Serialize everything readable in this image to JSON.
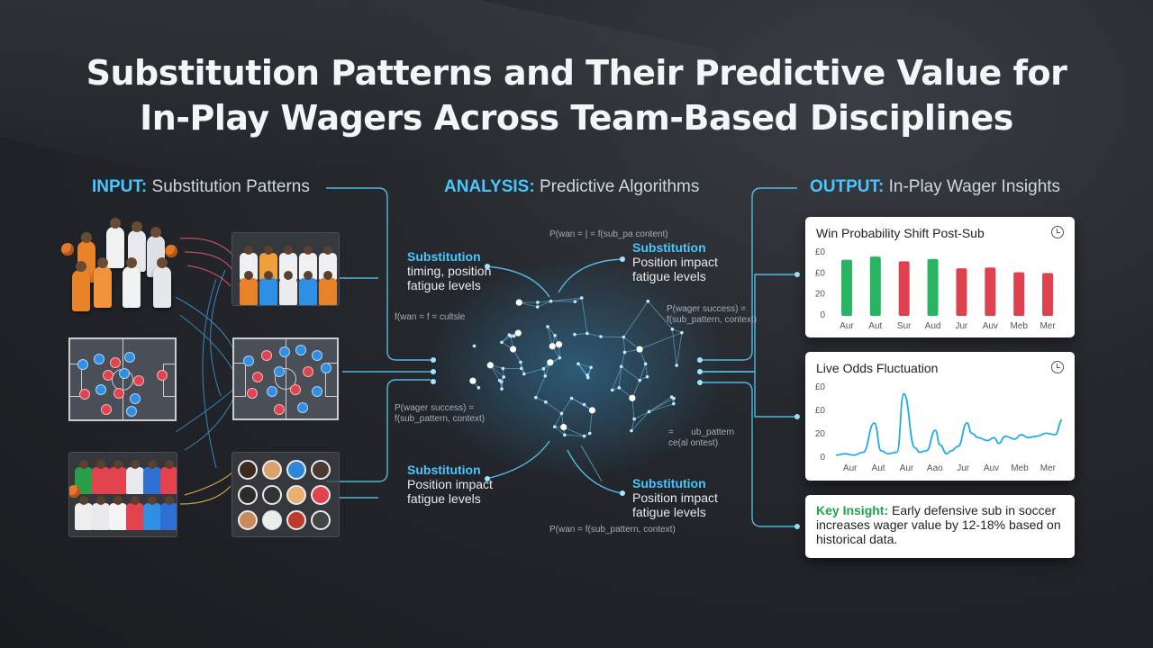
{
  "title_line1": "Substitution Patterns and Their Predictive Value for",
  "title_line2": "In-Play Wagers Across Team-Based Disciplines",
  "columns": {
    "input": {
      "head": "INPUT:",
      "text": "Substitution Patterns"
    },
    "analysis": {
      "head": "ANALYSIS:",
      "text": "Predictive Algorithms"
    },
    "output": {
      "head": "OUTPUT:",
      "text": "In-Play Wager Insights"
    }
  },
  "brain_labels": {
    "top_left": {
      "head": "Substitution",
      "l2": "timing, position",
      "l3": "fatigue levels"
    },
    "top_right": {
      "head": "Substitution",
      "l2": "Position impact",
      "l3": "fatigue levels"
    },
    "bottom_left": {
      "head": "Substitution",
      "l2": "Position impact",
      "l3": "fatigue levels"
    },
    "bottom_right": {
      "head": "Substitution",
      "l2": "Position impact",
      "l3": "fatigue levels"
    }
  },
  "formulas": {
    "f1": "P(wan = | = f(sub_pa content)",
    "f2": "f(wan = f = cultsle",
    "f3a": "P(wager success) =",
    "f3b": "f(sub_pattern, context)",
    "f4a": "P(wager success) =",
    "f4b": "f(sub_pattern, context)",
    "f5a": "=       ub_pattern",
    "f5b": "ce(al ontest)",
    "f6": "P(wan = f(sub_pattern, context)"
  },
  "chart_data": [
    {
      "type": "bar",
      "title": "Win Probability Shift Post-Sub",
      "categories": [
        "Aur",
        "Aut",
        "Sur",
        "Aud",
        "Jur",
        "Auv",
        "Meb",
        "Mer"
      ],
      "values": [
        72,
        76,
        70,
        73,
        61,
        62,
        56,
        55
      ],
      "ytick_labels": [
        "0",
        "20",
        "£0",
        "£0"
      ],
      "ylim": [
        0,
        90
      ],
      "bar_colors": [
        "#27b463",
        "#27b463",
        "#e0414f",
        "#27b463",
        "#e0414f",
        "#e0414f",
        "#e0414f",
        "#e0414f"
      ]
    },
    {
      "type": "line",
      "title": "Live Odds Fluctuation",
      "categories": [
        "Aur",
        "Aut",
        "Aur",
        "Aao",
        "Jur",
        "Auv",
        "Meb",
        "Mer"
      ],
      "x": [
        0,
        0.04,
        0.08,
        0.12,
        0.17,
        0.2,
        0.23,
        0.27,
        0.3,
        0.35,
        0.37,
        0.4,
        0.44,
        0.46,
        0.49,
        0.51,
        0.54,
        0.58,
        0.6,
        0.63,
        0.67,
        0.7,
        0.72,
        0.75,
        0.79,
        0.82,
        0.85,
        0.89,
        0.93,
        0.97,
        1.0
      ],
      "values": [
        2,
        3,
        2,
        4,
        24,
        5,
        3,
        4,
        44,
        7,
        4,
        5,
        19,
        9,
        3,
        5,
        8,
        24,
        17,
        14,
        12,
        14,
        10,
        15,
        13,
        16,
        14,
        15,
        17,
        16,
        26
      ],
      "ytick_labels": [
        "0",
        "20",
        "£0",
        "£0"
      ],
      "ylim": [
        0,
        48
      ],
      "color": "#22a9e8"
    }
  ],
  "insight": {
    "label": "Key Insight:",
    "text": "Early defensive sub in soccer increases wager value by 12-18% based on historical data."
  },
  "colors": {
    "accent": "#49c6ff",
    "green": "#27b463",
    "red": "#e0414f",
    "team_red": "#e2434f",
    "team_blue": "#2f8fe4"
  }
}
